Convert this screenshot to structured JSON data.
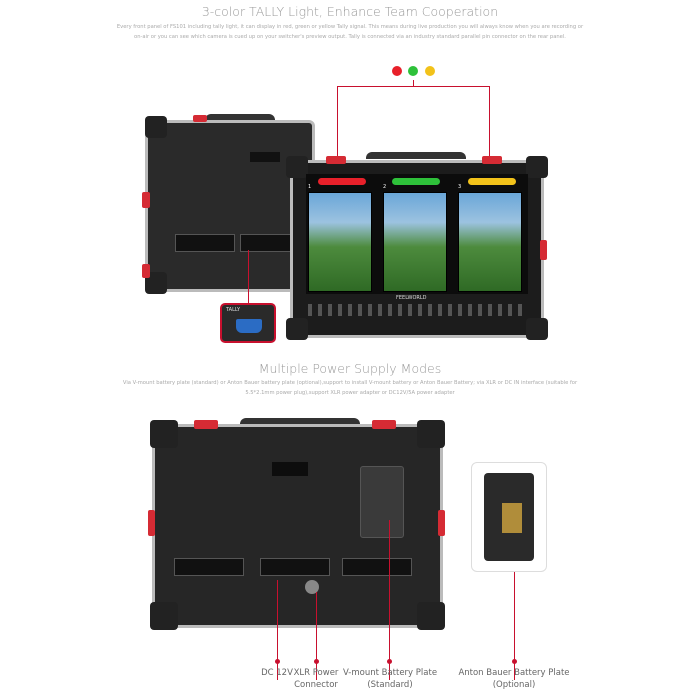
{
  "section1": {
    "title": "3-color TALLY Light, Enhance Team Cooperation",
    "description": "Every front panel of FS101 including tally light, it can display in red, green or yellow Tally signal. This means during live production you will always know when you are recording or on-air or you can see which camera is cued up on your switcher's preview output. Tally is connected via an industry standard parallel pin connector on the rear panel.",
    "tally_colors": [
      "#e8202a",
      "#2ec13a",
      "#f2c21a"
    ],
    "brand": "FEELWORLD",
    "connector_label": "TALLY",
    "screen_numbers": [
      "1",
      "2",
      "3"
    ]
  },
  "section2": {
    "title": "Multiple Power Supply Modes",
    "description": "Via V-mount battery plate (standard) or Anton Bauer battery plate (optional),support to install V-mount battery or Anton Bauer Battery; via XLR or DC IN interface (suitable for 5.5*2.1mm power plug),support XLR power adapter or DC12V/5A power adapter",
    "callouts": [
      {
        "line1": "DC 12V",
        "line2": ""
      },
      {
        "line1": "XLR Power",
        "line2": "Connector"
      },
      {
        "line1": "V-mount Battery Plate",
        "line2": "(Standard)"
      },
      {
        "line1": "Anton Bauer Battery Plate",
        "line2": "(Optional)"
      }
    ]
  },
  "accent_color": "#c8102e"
}
